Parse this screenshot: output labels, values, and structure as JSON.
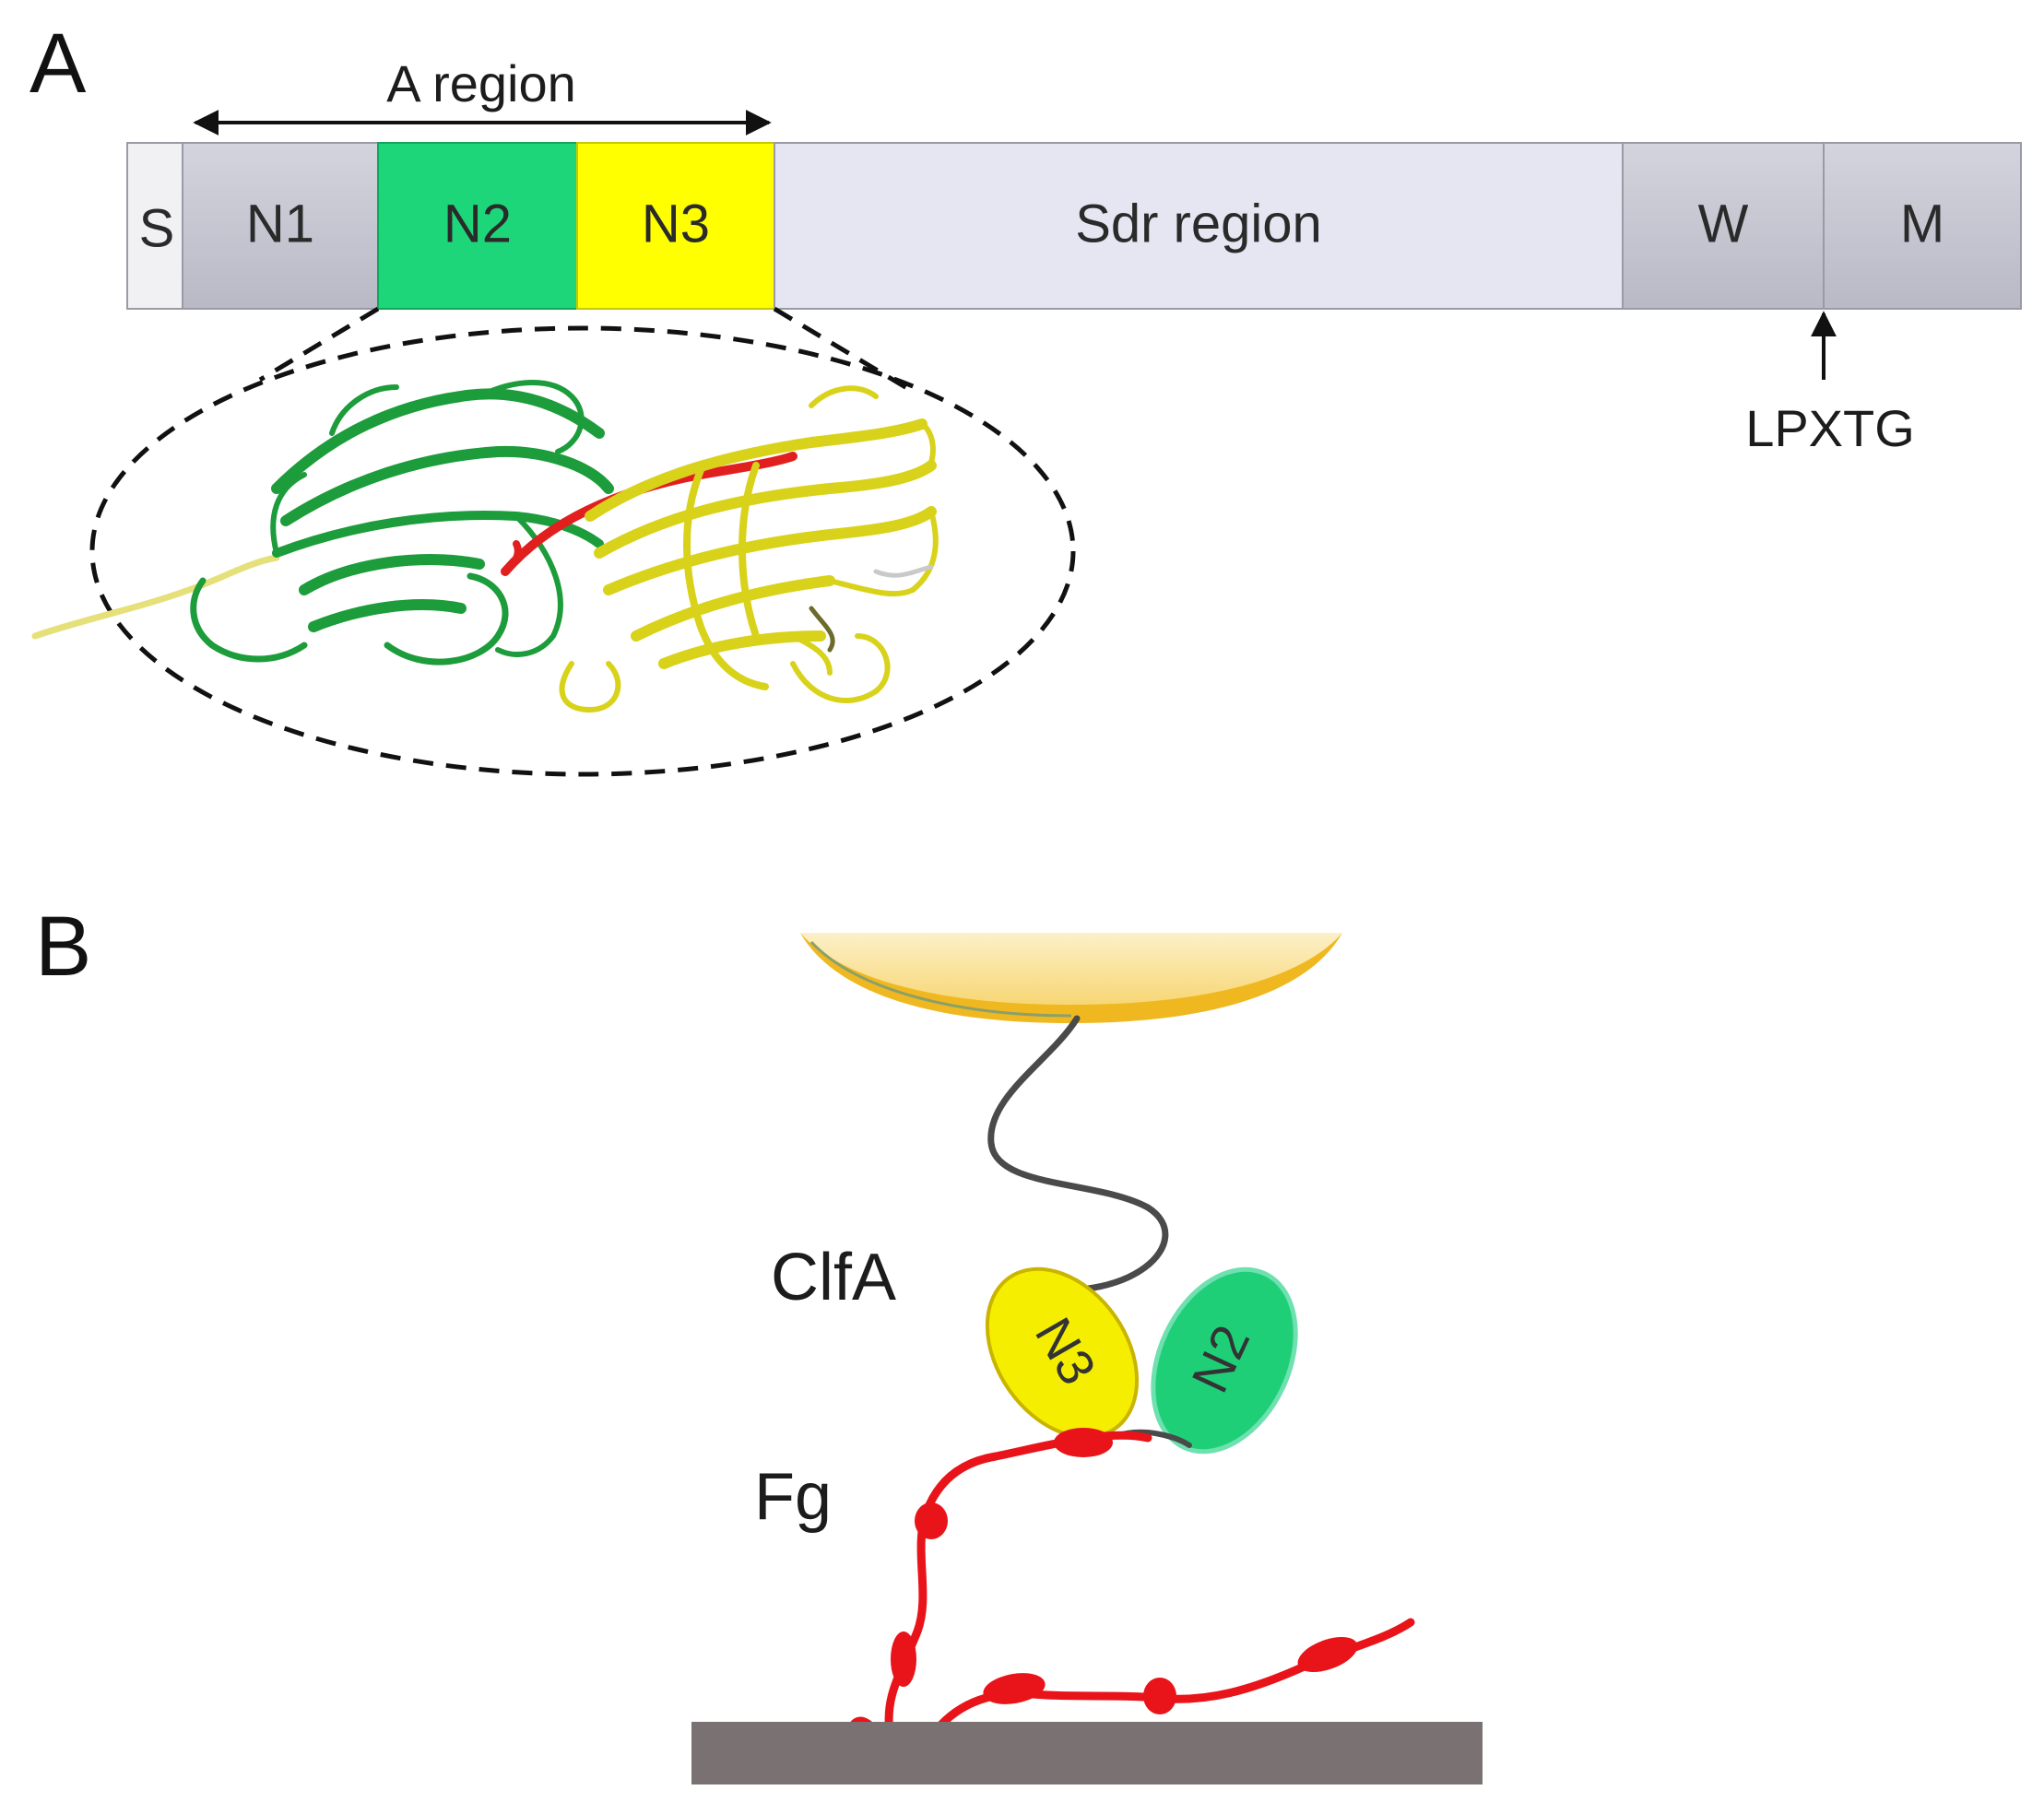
{
  "panels": {
    "a": {
      "letter": "A"
    },
    "b": {
      "letter": "B"
    }
  },
  "domain_bar": {
    "segments": [
      {
        "id": "S",
        "label": "S",
        "color": "#f1f1f3"
      },
      {
        "id": "N1",
        "label": "N1",
        "color": "#c9c9d4"
      },
      {
        "id": "N2",
        "label": "N2",
        "color": "#1ed67a"
      },
      {
        "id": "N3",
        "label": "N3",
        "color": "#ffff00"
      },
      {
        "id": "Sdr",
        "label": "Sdr region",
        "color": "#e6e6f2"
      },
      {
        "id": "W",
        "label": "W",
        "color": "#c9c9d4"
      },
      {
        "id": "M",
        "label": "M",
        "color": "#c9c9d4"
      }
    ],
    "a_region_label": "A region",
    "anchor_label": "LPXTG"
  },
  "model": {
    "clfa_label": "ClfA",
    "fg_label": "Fg",
    "n3_label": "N3",
    "n2_label": "N2",
    "colors": {
      "n2": "#1fcf78",
      "n3": "#f5ee00",
      "fibrinogen": "#e8141a",
      "linker": "#4a4a4a",
      "tip": "#f2c230",
      "surface": "#7a7272"
    }
  }
}
